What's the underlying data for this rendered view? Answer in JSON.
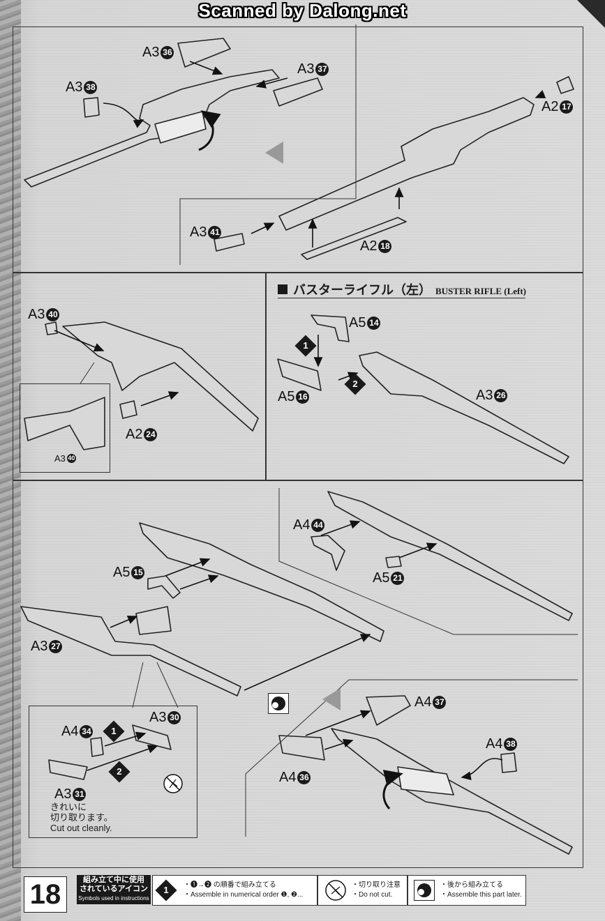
{
  "watermark": "Scanned by Dalong.net",
  "section": {
    "title_jp": "バスターライフル（左）",
    "title_en": "BUSTER RIFLE (Left)"
  },
  "labels": [
    {
      "part": "A3",
      "n": "36"
    },
    {
      "part": "A3",
      "n": "37"
    },
    {
      "part": "A3",
      "n": "38"
    },
    {
      "part": "A2",
      "n": "17"
    },
    {
      "part": "A3",
      "n": "41"
    },
    {
      "part": "A2",
      "n": "18"
    },
    {
      "part": "A3",
      "n": "40"
    },
    {
      "part": "A2",
      "n": "24"
    },
    {
      "part": "A3",
      "n": "40"
    },
    {
      "part": "A5",
      "n": "14"
    },
    {
      "part": "A5",
      "n": "16"
    },
    {
      "part": "A3",
      "n": "26"
    },
    {
      "part": "A4",
      "n": "44"
    },
    {
      "part": "A5",
      "n": "15"
    },
    {
      "part": "A5",
      "n": "21"
    },
    {
      "part": "A3",
      "n": "27"
    },
    {
      "part": "A3",
      "n": "30"
    },
    {
      "part": "A4",
      "n": "34"
    },
    {
      "part": "A3",
      "n": "31"
    },
    {
      "part": "A4",
      "n": "37"
    },
    {
      "part": "A4",
      "n": "38"
    },
    {
      "part": "A4",
      "n": "36"
    }
  ],
  "steps": {
    "s1": "1",
    "s2": "2"
  },
  "notes": {
    "cut_jp_1": "きれいに",
    "cut_jp_2": "切り取ります。",
    "cut_en": "Cut out cleanly."
  },
  "footer": {
    "page_number": "18",
    "legend_title_1": "組み立て中に使用",
    "legend_title_2": "されているアイコン",
    "legend_title_en": "Symbols used in instructions",
    "order_jp": "・❶→❷ の順番で組み立てる",
    "order_en": "・Assemble in numerical order ❶, ❷...",
    "nocut_jp": "・切り取り注意",
    "nocut_en": "・Do not cut.",
    "later_jp": "・後から組み立てる",
    "later_en": "・Assemble this part later."
  }
}
